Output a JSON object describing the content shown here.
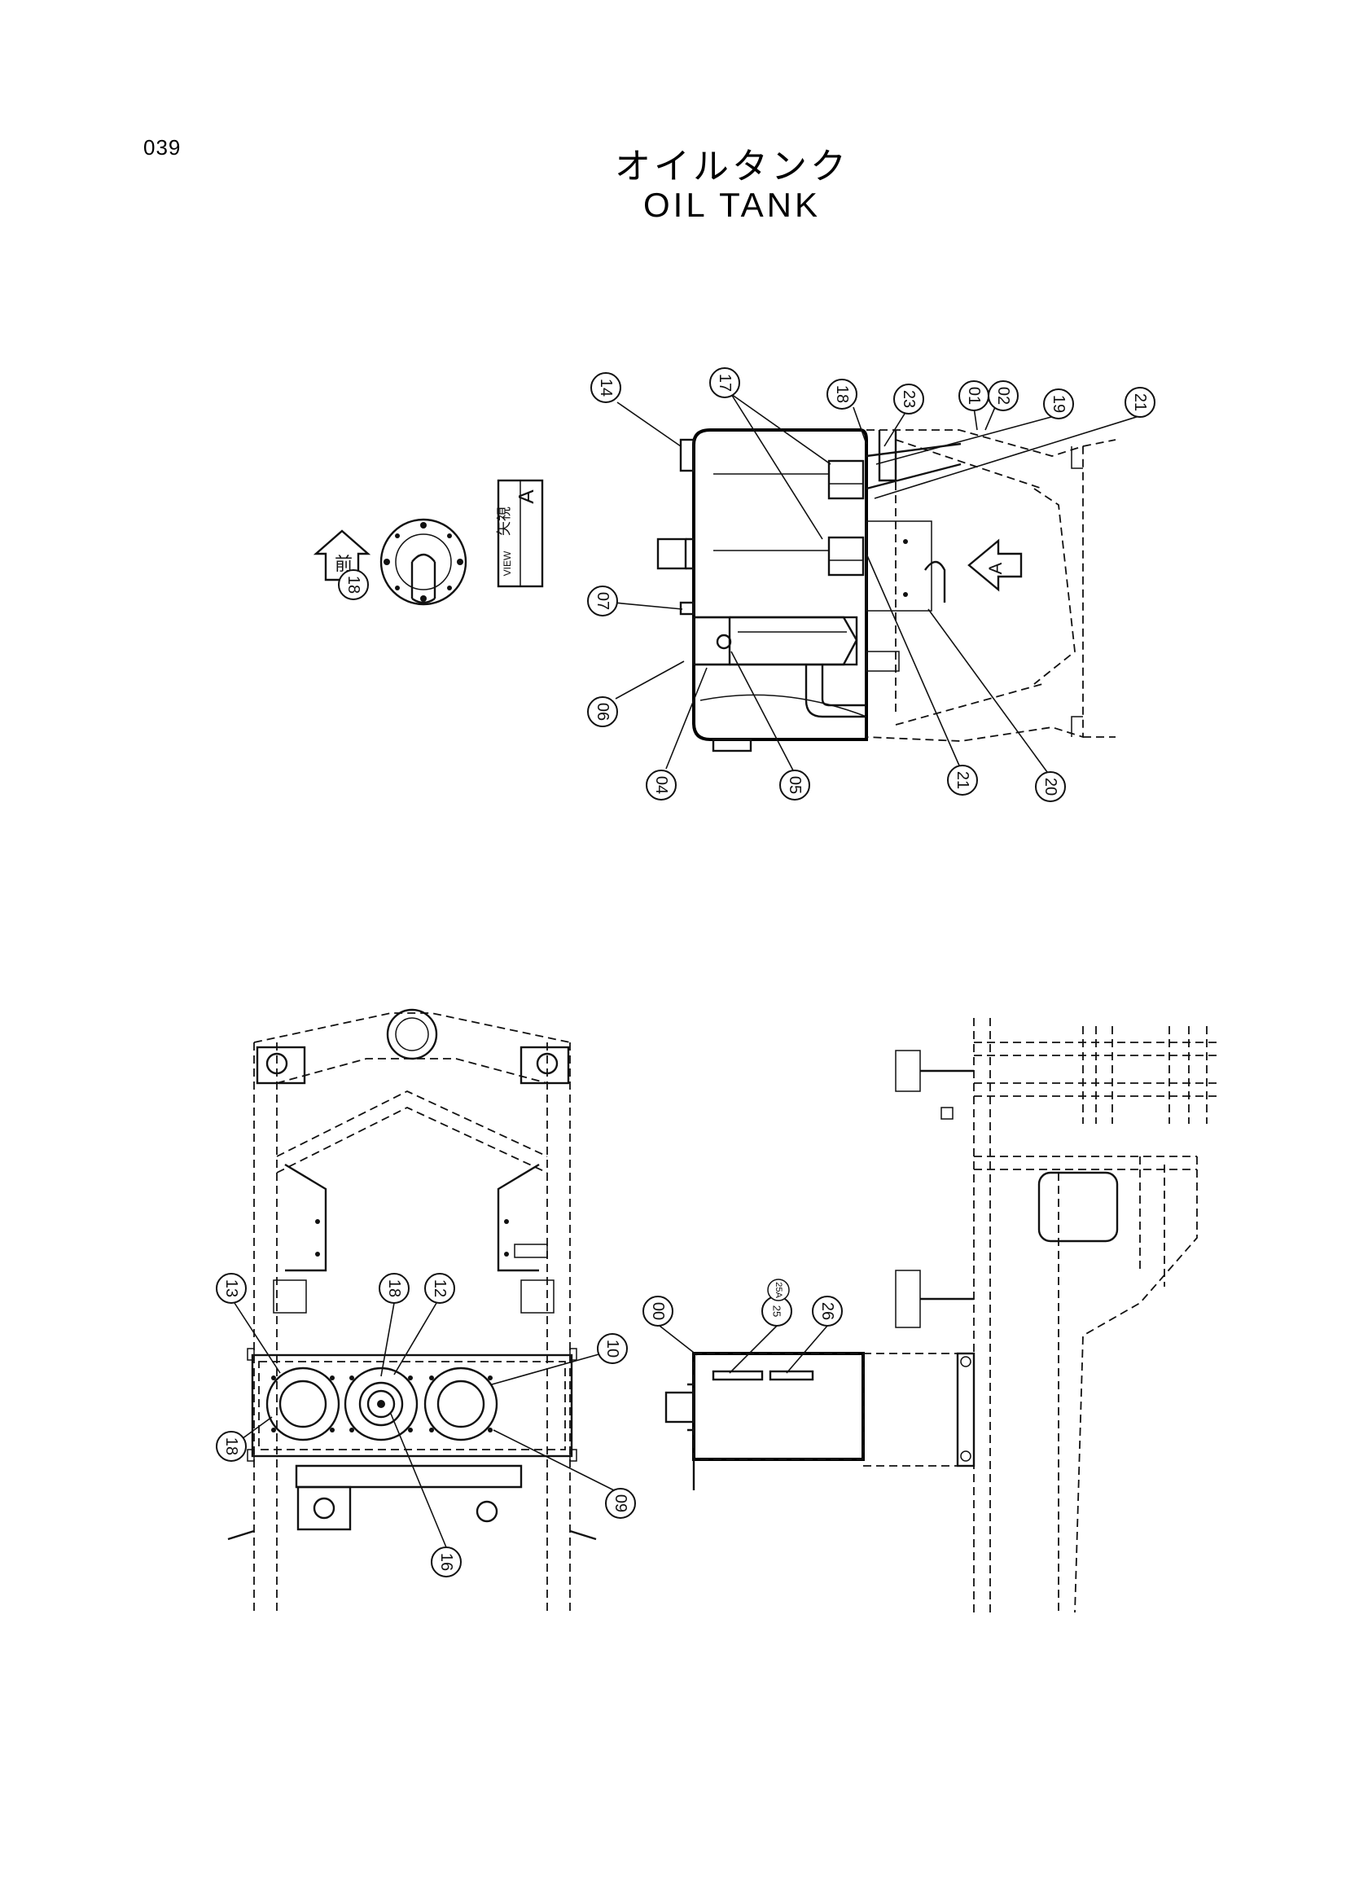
{
  "page": {
    "number": "039",
    "title_jp": "オイルタンク",
    "title_en": "OIL TANK"
  },
  "view_labels": {
    "front_arrow": "前",
    "view_jp": "矢視",
    "view_en": "VIEW",
    "view_letter": "A",
    "view_arrow_letter": "A"
  },
  "callouts": {
    "c14": "14",
    "c17": "17",
    "c18a": "18",
    "c23": "23",
    "c01": "01",
    "c02": "02",
    "c19": "19",
    "c21a": "21",
    "c07": "07",
    "c06": "06",
    "c04": "04",
    "c05": "05",
    "c21b": "21",
    "c20": "20",
    "c18b": "18",
    "c13": "13",
    "c18c": "18",
    "c12": "12",
    "c10": "10",
    "c18d": "18",
    "c16": "16",
    "c09": "09",
    "c00": "00",
    "c25": "25",
    "c25A": "25A",
    "c26": "26"
  }
}
